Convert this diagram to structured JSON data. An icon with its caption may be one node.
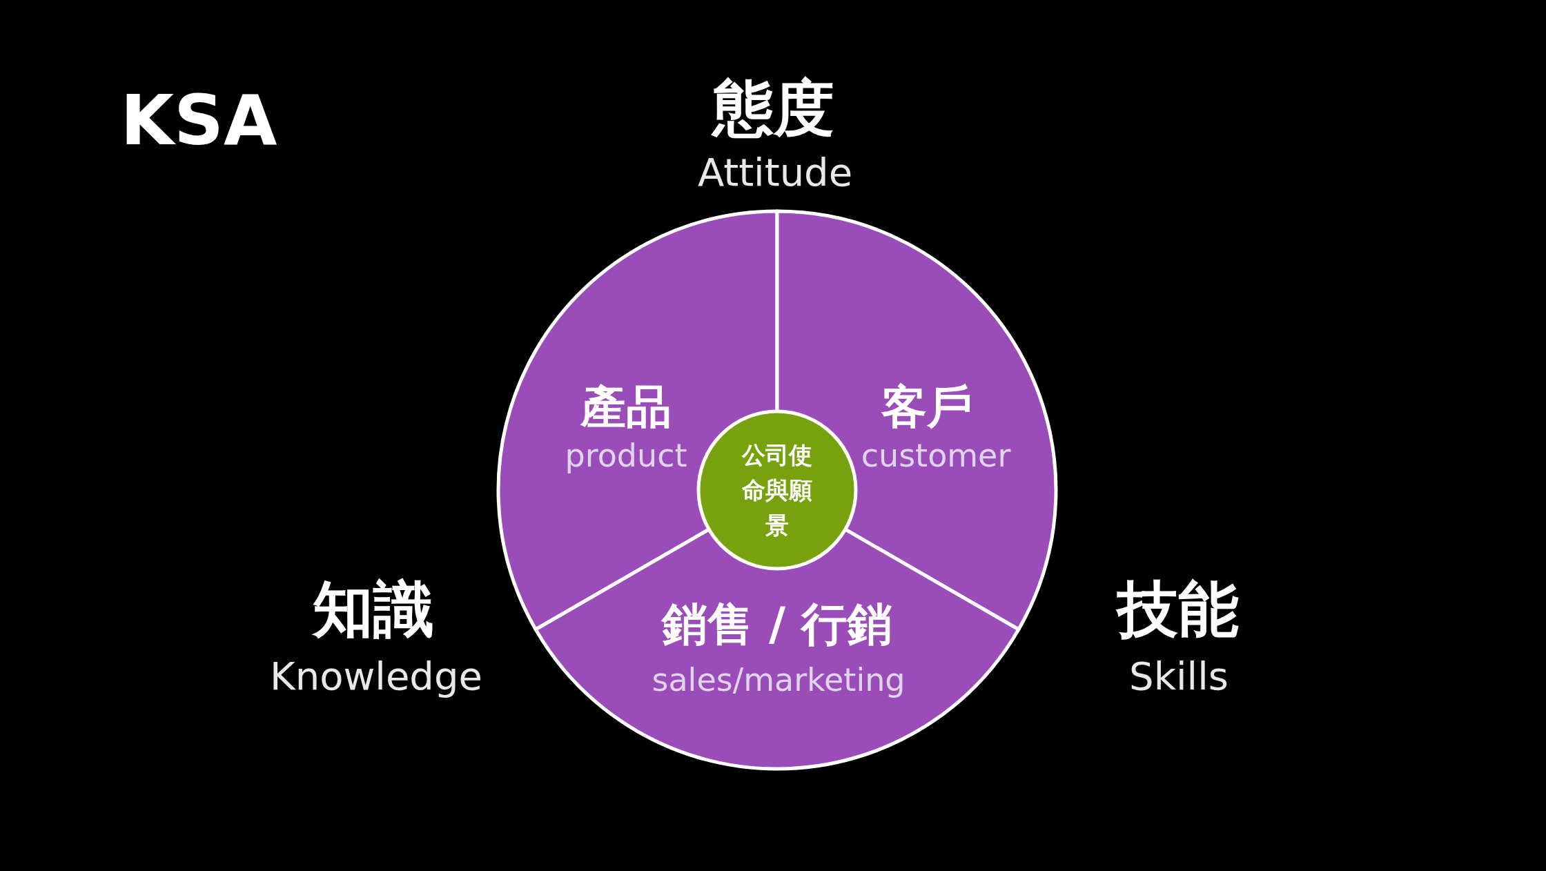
{
  "diagram": {
    "title": "KSA",
    "nodes": [
      {
        "text": [
          "產品",
          "product"
        ]
      },
      {
        "text": [
          "客戶",
          "customer"
        ]
      },
      {
        "text": [
          "銷售 / 行銷",
          "sales/marketing"
        ]
      },
      {
        "text": [
          "公司使命與願景"
        ]
      }
    ],
    "edges": [],
    "labels": [
      "態度",
      "Attitude",
      "知識",
      "Knowledge",
      "技能",
      "Skills"
    ]
  }
}
